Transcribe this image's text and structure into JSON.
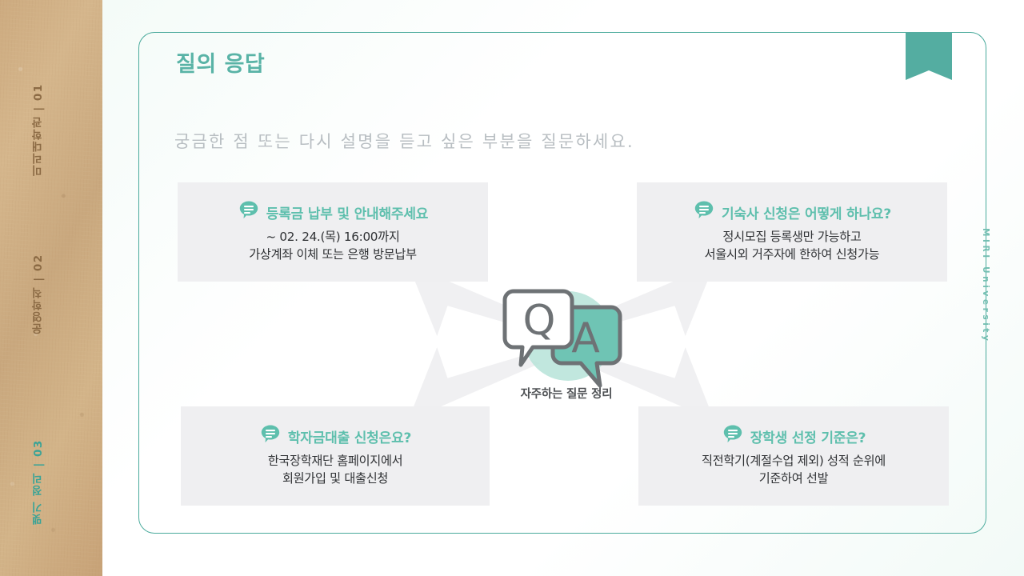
{
  "sidebar": {
    "items": [
      {
        "index": "01",
        "label": "미리대학관",
        "active": false
      },
      {
        "index": "02",
        "label": "운영학칙",
        "active": false
      },
      {
        "index": "03",
        "label": "맺기 정리",
        "active": true
      }
    ],
    "item_1_text": "미리대학관 | 01",
    "item_2_text": "운영학칙 | 02",
    "item_3_text": "맺기 정리 | 03"
  },
  "slide": {
    "title": "질의 응답",
    "subtitle": "궁금한 점 또는 다시 설명을 듣고 싶은 부분을 질문하세요.",
    "brand": "MIRI University",
    "accent_color": "#54ada1",
    "question_color": "#5ebfad",
    "card_bg": "#efeff1",
    "frame_color": "#4aaa9c"
  },
  "center": {
    "q_letter": "Q",
    "a_letter": "A",
    "caption": "자주하는 질문 정리"
  },
  "cards": [
    {
      "id": "top-left",
      "question": "등록금 납부 및 안내해주세요",
      "answer_line1": "~ 02. 24.(목) 16:00까지",
      "answer_line2": "가상계좌 이체 또는 은행 방문납부"
    },
    {
      "id": "top-right",
      "question": "기숙사 신청은 어떻게 하나요?",
      "answer_line1": "정시모집 등록생만 가능하고",
      "answer_line2": "서울시외 거주자에 한하여 신청가능"
    },
    {
      "id": "bottom-left",
      "question": "학자금대출 신청은요?",
      "answer_line1": "한국장학재단 홈페이지에서",
      "answer_line2": "회원가입 및 대출신청"
    },
    {
      "id": "bottom-right",
      "question": "장학생 선정 기준은?",
      "answer_line1": "직전학기(계절수업 제외) 성적 순위에",
      "answer_line2": "기준하여 선발"
    }
  ],
  "icons": {
    "chat_bubble": "chat-bubble-icon",
    "bookmark": "bookmark-ribbon-icon",
    "qa_emblem": "qa-speech-bubbles-icon"
  }
}
